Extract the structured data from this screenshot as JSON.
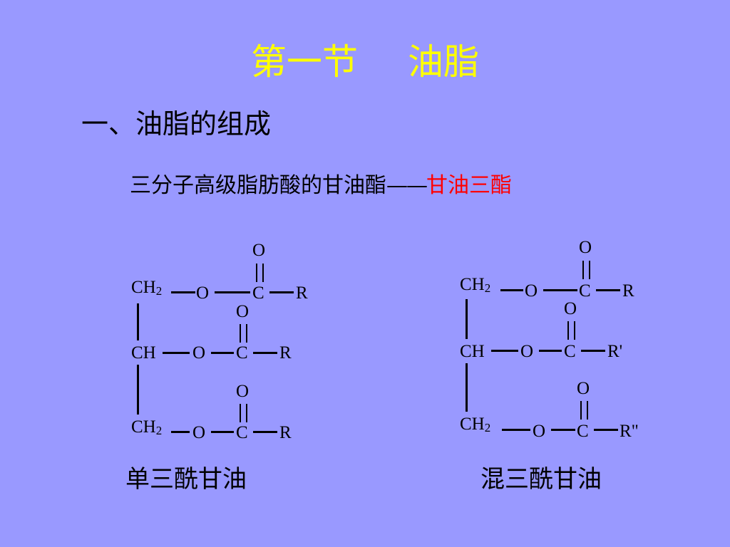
{
  "title": {
    "left": "第一节",
    "right": "油脂"
  },
  "section_heading": "一、油脂的组成",
  "definition": {
    "text": "三分子高级脂肪酸的甘油酯",
    "dash": "——",
    "highlight": "甘油三酯"
  },
  "simple": {
    "caption": "单三酰甘油",
    "rows": [
      {
        "carbon": "CH",
        "sub": "2",
        "oxygen": "O",
        "carbonyl_c": "C",
        "carbonyl_o": "O",
        "group": "R"
      },
      {
        "carbon": "CH",
        "sub": "",
        "oxygen": "O",
        "carbonyl_c": "C",
        "carbonyl_o": "O",
        "group": "R"
      },
      {
        "carbon": "CH",
        "sub": "2",
        "oxygen": "O",
        "carbonyl_c": "C",
        "carbonyl_o": "O",
        "group": "R"
      }
    ]
  },
  "mixed": {
    "caption": "混三酰甘油",
    "rows": [
      {
        "carbon": "CH",
        "sub": "2",
        "oxygen": "O",
        "carbonyl_c": "C",
        "carbonyl_o": "O",
        "group": "R"
      },
      {
        "carbon": "CH",
        "sub": "",
        "oxygen": "O",
        "carbonyl_c": "C",
        "carbonyl_o": "O",
        "group": "R'"
      },
      {
        "carbon": "CH",
        "sub": "2",
        "oxygen": "O",
        "carbonyl_c": "C",
        "carbonyl_o": "O",
        "group": "R\""
      }
    ]
  }
}
